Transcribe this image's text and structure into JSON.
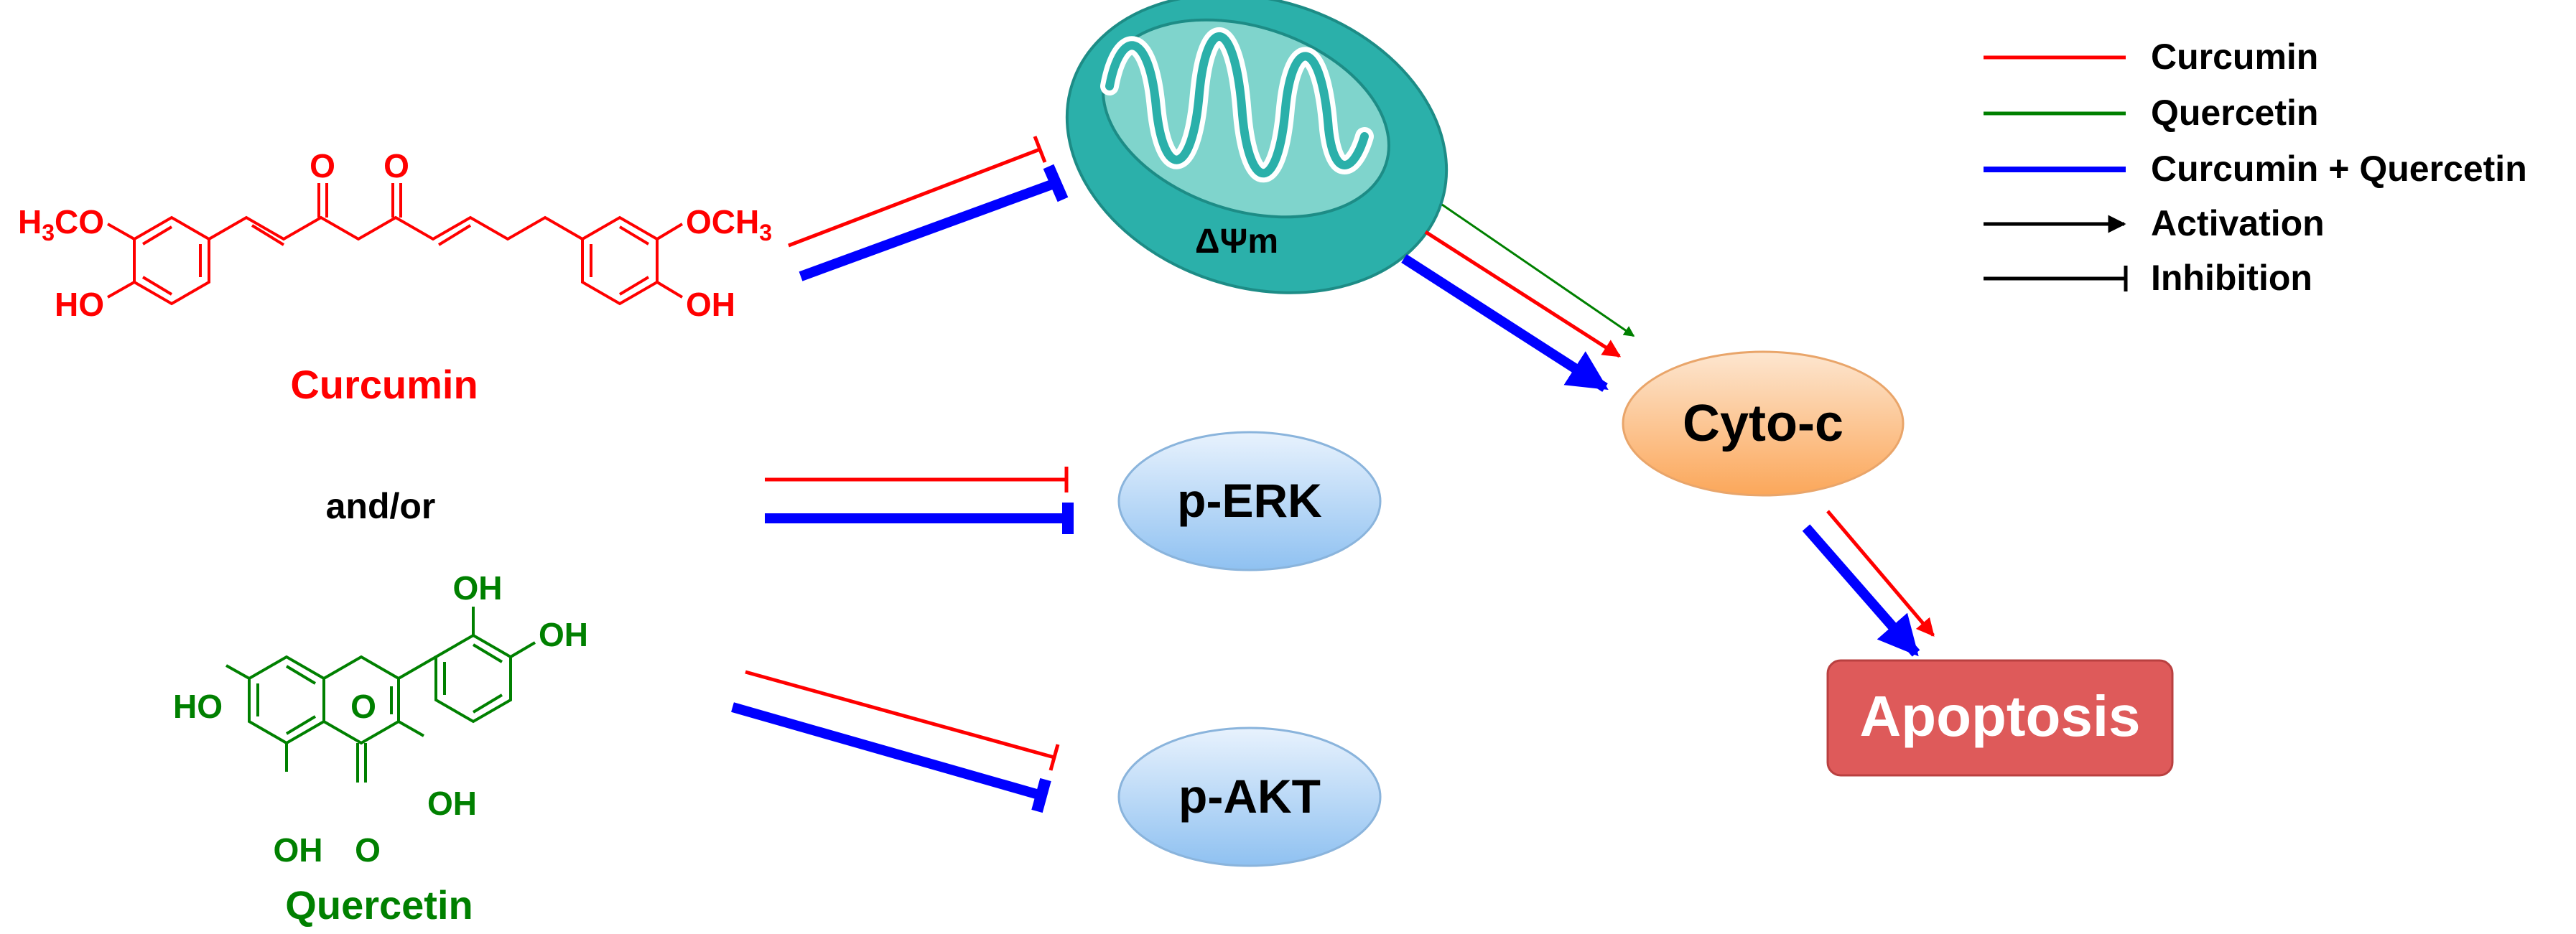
{
  "colors": {
    "curcumin": "#ff0000",
    "quercetin": "#008000",
    "combination": "#0000ff",
    "activation": "#000000",
    "text": "#000000",
    "mito_fill": "#2bb0aa",
    "cyto_fill": "#fbb26f",
    "kinase_fill": "#a9d0f5",
    "apoptosis_fill": "#de5a5a"
  },
  "legend": {
    "curcumin": "Curcumin",
    "quercetin": "Quercetin",
    "combination": "Curcumin + Quercetin",
    "activation": "Activation",
    "inhibition": "Inhibition"
  },
  "compounds": {
    "curcumin": {
      "name": "Curcumin",
      "labels": {
        "h3co": "H3CO",
        "och3": "OCH3",
        "ho_left": "HO",
        "oh_right": "OH",
        "o1": "O",
        "o2": "O"
      }
    },
    "connector": "and/or",
    "quercetin": {
      "name": "Quercetin",
      "labels": {
        "oh_top": "OH",
        "oh_right": "OH",
        "ho_left": "HO",
        "ring_o": "O",
        "oh_c3": "OH",
        "oh_c5": "OH",
        "o_keto": "O"
      }
    }
  },
  "nodes": {
    "mito": "ΔΨm",
    "perk": "p-ERK",
    "pakt": "p-AKT",
    "cyto": "Cyto-c",
    "apoptosis": "Apoptosis"
  },
  "icons": {
    "mitochondrion": "mitochondrion-icon"
  }
}
